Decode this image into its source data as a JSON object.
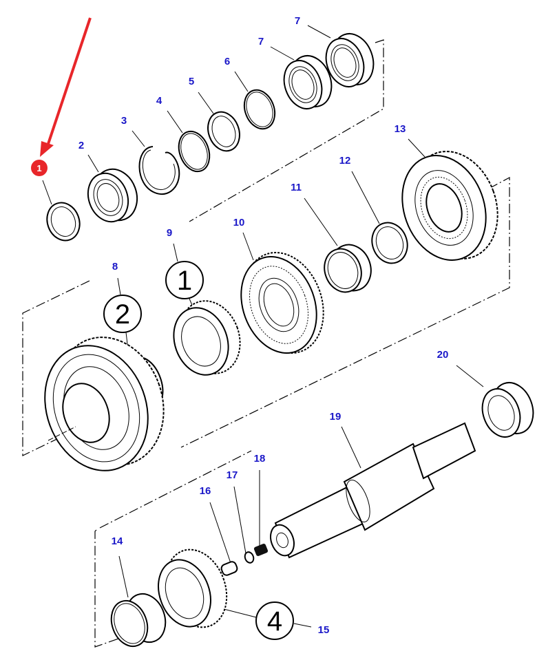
{
  "diagram": {
    "type": "exploded-parts-diagram",
    "accent_color": "#e8262a",
    "label_color": "#1a17c8",
    "highlight": {
      "item": "1",
      "marker": "red-arrow",
      "badge_text": "1"
    },
    "callouts": [
      {
        "id": "1",
        "text": "1",
        "part": "ring"
      },
      {
        "id": "2",
        "text": "2",
        "part": "bearing"
      },
      {
        "id": "3",
        "text": "3",
        "part": "snap-ring"
      },
      {
        "id": "4",
        "text": "4",
        "part": "ring"
      },
      {
        "id": "5",
        "text": "5",
        "part": "ring"
      },
      {
        "id": "6",
        "text": "6",
        "part": "ring"
      },
      {
        "id": "7a",
        "text": "7",
        "part": "bearing"
      },
      {
        "id": "7b",
        "text": "7",
        "part": "bearing"
      },
      {
        "id": "8",
        "text": "8",
        "part": "gear"
      },
      {
        "id": "9",
        "text": "9",
        "part": "gear"
      },
      {
        "id": "10",
        "text": "10",
        "part": "synchronizer"
      },
      {
        "id": "11",
        "text": "11",
        "part": "bushing"
      },
      {
        "id": "12",
        "text": "12",
        "part": "ring"
      },
      {
        "id": "13",
        "text": "13",
        "part": "gear"
      },
      {
        "id": "14",
        "text": "14",
        "part": "bushing"
      },
      {
        "id": "15",
        "text": "15",
        "part": "gear"
      },
      {
        "id": "16",
        "text": "16",
        "part": "plug"
      },
      {
        "id": "17",
        "text": "17",
        "part": "ring"
      },
      {
        "id": "18",
        "text": "18",
        "part": "spring"
      },
      {
        "id": "19",
        "text": "19",
        "part": "shaft"
      },
      {
        "id": "20",
        "text": "20",
        "part": "bearing"
      }
    ],
    "group_circles": [
      {
        "id": "g1",
        "text": "1"
      },
      {
        "id": "g2",
        "text": "2"
      },
      {
        "id": "g4",
        "text": "4"
      }
    ]
  }
}
